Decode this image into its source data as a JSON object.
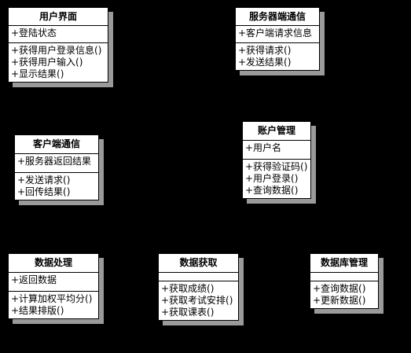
{
  "colors": {
    "background": "#000000",
    "box": "#ffffff",
    "shadow": "#9a9a9a",
    "border": "#000000"
  },
  "classes": [
    {
      "id": "ui",
      "name": "用户界面",
      "attributes": [
        "+登陆状态"
      ],
      "methods": [
        "+获得用户登录信息()",
        "+获得用户输入()",
        "+显示结果()"
      ]
    },
    {
      "id": "server",
      "name": "服务器端通信",
      "attributes": [
        "+客户端请求信息"
      ],
      "methods": [
        "+获得请求()",
        "+发送结果()"
      ]
    },
    {
      "id": "client",
      "name": "客户端通信",
      "attributes": [
        "+服务器返回结果"
      ],
      "methods": [
        "+发送请求()",
        "+回传结果()"
      ]
    },
    {
      "id": "account",
      "name": "账户管理",
      "attributes": [
        "+用户名"
      ],
      "methods": [
        "+获得验证码()",
        "+用户登录()",
        "+查询数据()"
      ]
    },
    {
      "id": "proc",
      "name": "数据处理",
      "attributes": [
        "+返回数据"
      ],
      "methods": [
        "+计算加权平均分()",
        "+结果排版()"
      ]
    },
    {
      "id": "fetch",
      "name": "数据获取",
      "attributes": [],
      "methods": [
        "+获取成绩()",
        "+获取考试安排()",
        "+获取课表()"
      ]
    },
    {
      "id": "db",
      "name": "数据库管理",
      "attributes": [],
      "methods": [
        "+查询数据()",
        "+更新数据()"
      ]
    }
  ]
}
